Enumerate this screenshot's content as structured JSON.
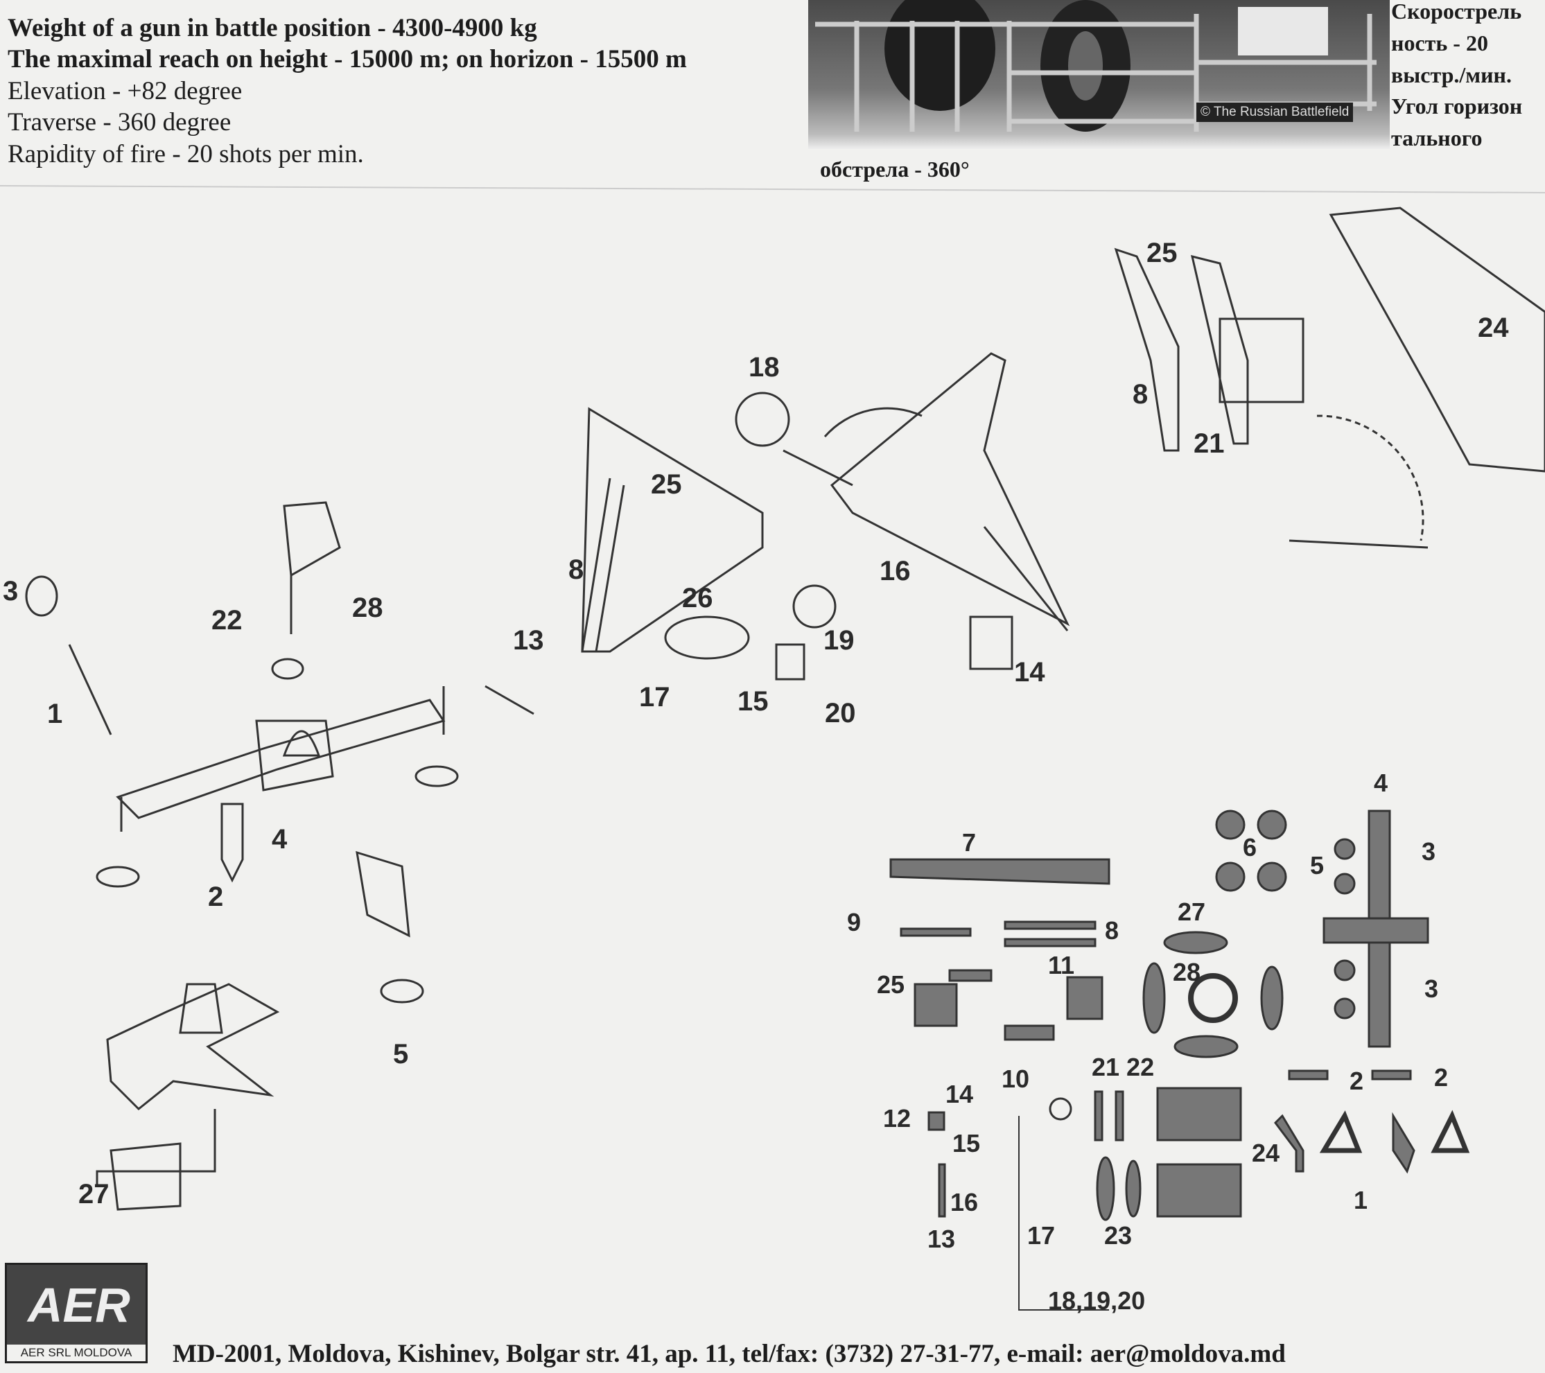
{
  "specs": [
    "Weight of a gun in battle position -  4300-4900 kg",
    "The maximal reach on height - 15000 m; on horizon - 15500 m",
    "Elevation  - +82 degree",
    "Traverse  - 360 degree",
    "Rapidity of fire - 20 shots per min."
  ],
  "photo": {
    "watermark": "© The Russian Battlefield"
  },
  "russian_specs": [
    "Скорострель",
    "ность - 20",
    "выстр./мин.",
    "Угол горизон",
    "тального"
  ],
  "russian_tail": "обстрела - 360°",
  "callouts": {
    "left": [
      "3",
      "1",
      "22",
      "28",
      "13",
      "4",
      "2",
      "5",
      "27"
    ],
    "middle": [
      "18",
      "25",
      "8",
      "26",
      "16",
      "19",
      "17",
      "15",
      "20",
      "14"
    ],
    "top_right": [
      "25",
      "24",
      "8",
      "21"
    ],
    "parts_sheet": [
      "4",
      "7",
      "6",
      "5",
      "3",
      "27",
      "9",
      "8",
      "11",
      "28",
      "25",
      "3",
      "10",
      "21 22",
      "2",
      "2",
      "14",
      "12",
      "15",
      "24",
      "1",
      "16",
      "13",
      "17",
      "23",
      "18,19,20"
    ]
  },
  "logo": {
    "mark": "AER",
    "caption": "AER SRL MOLDOVA"
  },
  "footer": {
    "address": "MD-2001, Moldova, Kishinev, Bolgar str. 41, ap. 11, tel/fax: (3732) 27-31-77, e-mail: aer@moldova.md"
  }
}
